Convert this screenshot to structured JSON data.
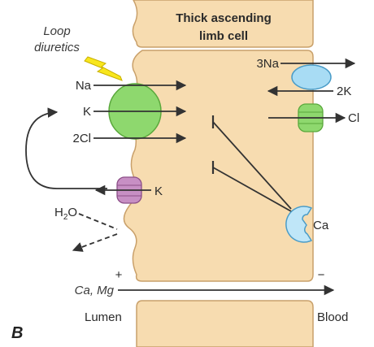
{
  "cell": {
    "title_line1": "Thick ascending",
    "title_line2": "limb cell"
  },
  "drug": {
    "label_line1": "Loop",
    "label_line2": "diuretics"
  },
  "apical": {
    "na": "Na",
    "k": "K",
    "cl": "2Cl",
    "k_channel": "K",
    "h2o_prefix": "H",
    "h2o_sub": "2",
    "h2o_suffix": "O"
  },
  "basolateral": {
    "na": "3Na",
    "k": "2K",
    "cl": "Cl",
    "ca": "Ca"
  },
  "paracellular": {
    "ions": "Ca, Mg",
    "lumen_charge": "+",
    "blood_charge": "−"
  },
  "sides": {
    "lumen": "Lumen",
    "blood": "Blood"
  },
  "panel": {
    "letter": "B"
  },
  "colors": {
    "cell_fill": "#f7dcb0",
    "membrane": "#c9a06a",
    "nkcc": "#8ed86e",
    "atpase": "#a8dcf4",
    "cl_channel": "#8ed86e",
    "k_channel": "#c78fc4",
    "ca_sensor": "#bfe6f8",
    "bolt": "#f8e61c",
    "arrow": "#333333"
  }
}
